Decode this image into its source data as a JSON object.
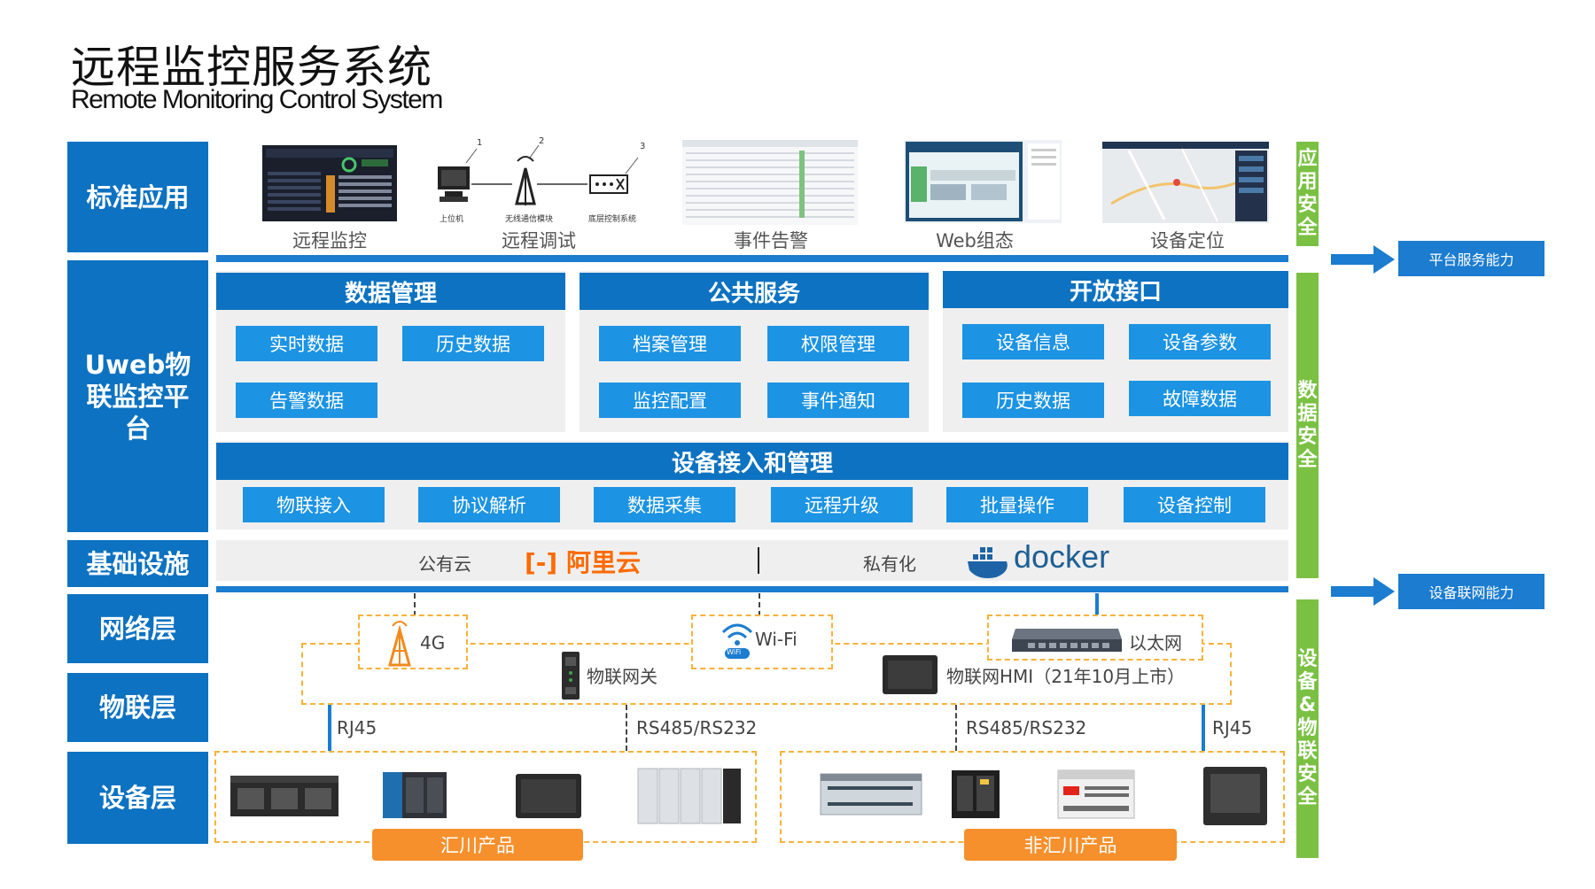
{
  "title": "远程监控服务系统",
  "subtitle": "Remote Monitoring Control System",
  "layers": {
    "standard_app": "标准应用",
    "platform": "Uweb物联监控平台",
    "infra": "基础设施",
    "network": "网络层",
    "iot": "物联层",
    "device": "设备层"
  },
  "security": {
    "app": "应用安全",
    "data": "数据安全",
    "device_iot": "设备&物联安全"
  },
  "capabilities": {
    "platform_service": "平台服务能力",
    "device_network": "设备联网能力"
  },
  "apps": [
    {
      "label": "远程监控",
      "icon": "dashboard-screenshot"
    },
    {
      "label": "远程调试",
      "icon": "debug-diagram"
    },
    {
      "label": "事件告警",
      "icon": "alarm-table-screenshot"
    },
    {
      "label": "Web组态",
      "icon": "scada-screenshot"
    },
    {
      "label": "设备定位",
      "icon": "map-screenshot"
    }
  ],
  "debug_diagram_labels": [
    "上位机",
    "无线通信模块",
    "底层控制系统"
  ],
  "debug_diagram_numbers": [
    "1",
    "2",
    "3"
  ],
  "data_mgmt": {
    "title": "数据管理",
    "items": [
      "实时数据",
      "历史数据",
      "告警数据"
    ]
  },
  "public_service": {
    "title": "公共服务",
    "items": [
      "档案管理",
      "权限管理",
      "监控配置",
      "事件通知"
    ]
  },
  "open_api": {
    "title": "开放接口",
    "items": [
      "设备信息",
      "设备参数",
      "历史数据",
      "故障数据"
    ]
  },
  "device_access": {
    "title": "设备接入和管理",
    "items": [
      "物联接入",
      "协议解析",
      "数据采集",
      "远程升级",
      "批量操作",
      "设备控制"
    ]
  },
  "infrastructure": {
    "public_cloud": "公有云",
    "aliyun": "阿里云",
    "aliyun_mark": "[-]",
    "private": "私有化",
    "docker": "docker"
  },
  "network": {
    "g4": "4G",
    "wifi": "Wi-Fi",
    "wifi_badge": "WiFi",
    "ethernet": "以太网",
    "gateway": "物联网关",
    "hmi": "物联网HMI（21年10月上市）"
  },
  "links": {
    "rj45_left": "RJ45",
    "rs_left": "RS485/RS232",
    "rs_right": "RS485/RS232",
    "rj45_right": "RJ45"
  },
  "products": {
    "inovance": "汇川产品",
    "non_inovance": "非汇川产品"
  },
  "colors": {
    "primary_blue": "#0d72c1",
    "button_blue": "#1c93e3",
    "security_green": "#7ac143",
    "product_orange": "#f6902c",
    "dash_orange": "#f7b23a",
    "aliyun_orange": "#ff6a00"
  }
}
